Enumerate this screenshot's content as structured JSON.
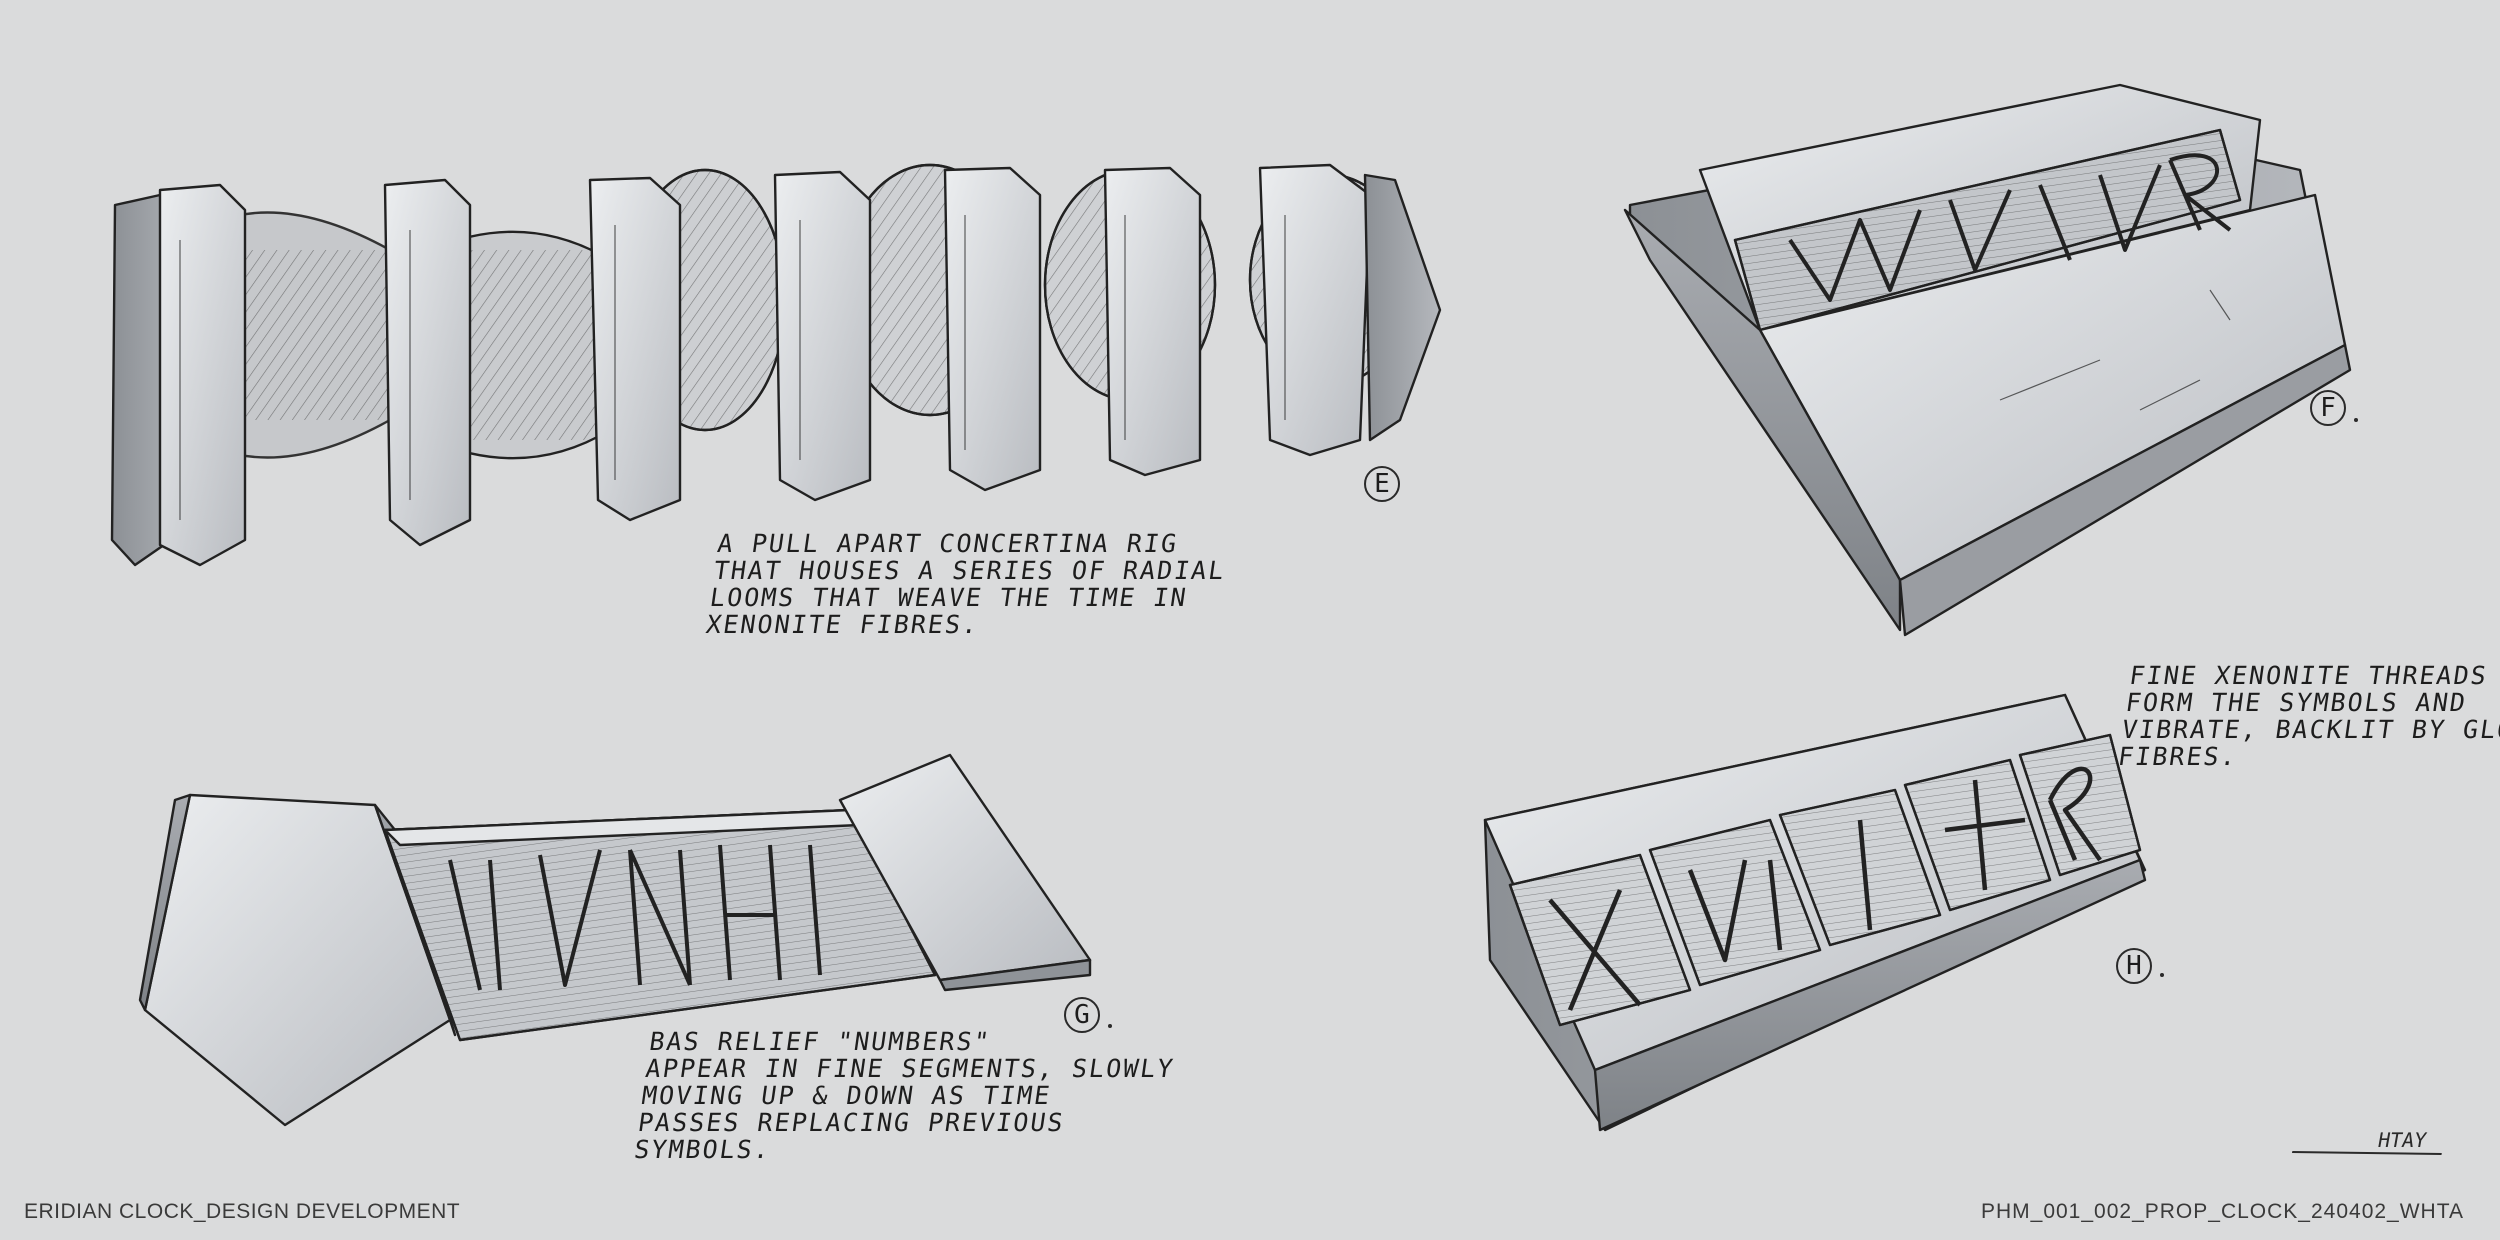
{
  "footer": {
    "left_title": "ERIDIAN CLOCK_DESIGN DEVELOPMENT",
    "right_code": "PHM_001_002_PROP_CLOCK_240402_WHTA"
  },
  "signature": "HTAY",
  "sketches": [
    {
      "label": "E",
      "note": [
        "A PULL APART CONCERTINA RIG",
        "THAT HOUSES A SERIES OF RADIAL",
        "LOOMS THAT WEAVE THE TIME IN",
        "XENONITE FIBRES."
      ]
    },
    {
      "label": "F",
      "note": [
        "FINE XENONITE THREADS",
        "FORM THE SYMBOLS AND",
        "VIBRATE, BACKLIT BY GLOWING",
        "FIBRES."
      ]
    },
    {
      "label": "G",
      "note": [
        "BAS RELIEF \"NUMBERS\"",
        "APPEAR IN FINE SEGMENTS, SLOWLY",
        "MOVING UP & DOWN AS TIME",
        "PASSES REPLACING PREVIOUS",
        "SYMBOLS."
      ]
    },
    {
      "label": "H",
      "note": []
    }
  ],
  "colors": {
    "background": "#dadbdc",
    "stone_light": "#e6e7e9",
    "stone_mid": "#c4c6c9",
    "stone_dark": "#8e9196",
    "ink": "#1d1d1d"
  }
}
